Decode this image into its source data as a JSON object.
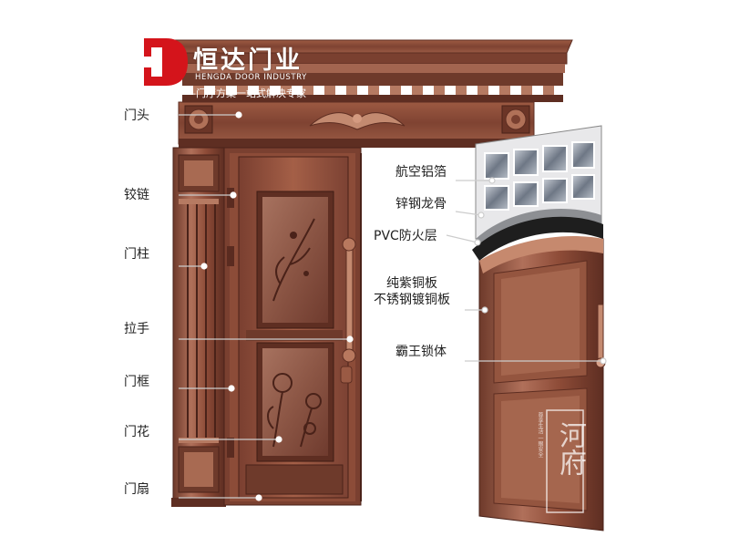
{
  "brand": {
    "name": "恒达门业",
    "name_en": "HENGDA DOOR INDUSTRY",
    "slogan": "—门厅方案一站式解决专家",
    "logo_color": "#d4141b"
  },
  "left_labels": [
    {
      "key": "door_head",
      "text": "门头"
    },
    {
      "key": "hinge",
      "text": "铰链"
    },
    {
      "key": "pillar",
      "text": "门柱"
    },
    {
      "key": "handle",
      "text": "拉手"
    },
    {
      "key": "frame",
      "text": "门框"
    },
    {
      "key": "carving",
      "text": "门花"
    },
    {
      "key": "leaf",
      "text": "门扇"
    }
  ],
  "right_labels": [
    {
      "key": "aluminum_foil",
      "text": "航空铝箔"
    },
    {
      "key": "steel_keel",
      "text": "锌钢龙骨"
    },
    {
      "key": "pvc_layer",
      "text": "PVC防火层"
    },
    {
      "key": "copper_plate_1",
      "text": "纯紫铜板"
    },
    {
      "key": "copper_plate_2",
      "text": "不锈钢镀铜板"
    },
    {
      "key": "lock",
      "text": "霸王锁体"
    }
  ],
  "stamp": {
    "text": "河府",
    "small_text": "尊享生活 一眼安全"
  },
  "colors": {
    "copper": "#8a4a35",
    "copper_dark": "#5e2e22",
    "copper_light": "#b8785e",
    "label_text": "#222222"
  }
}
